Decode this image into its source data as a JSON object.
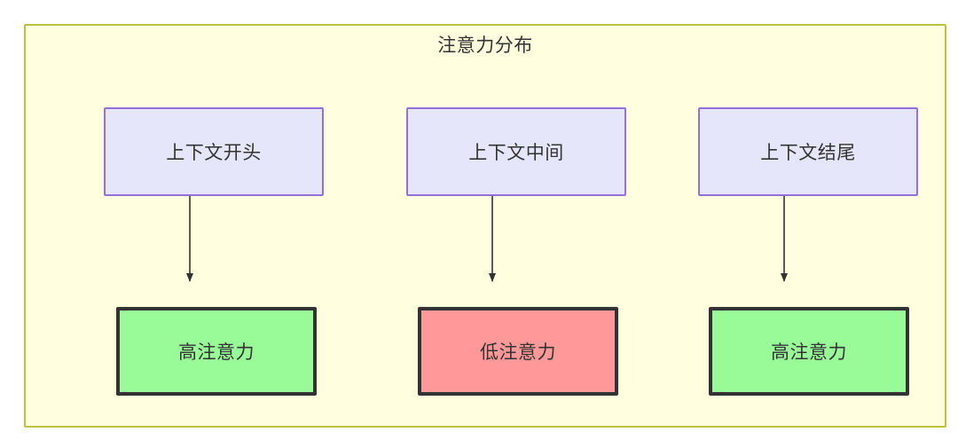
{
  "diagram": {
    "title": "注意力分布",
    "container": {
      "fill_color": "#ffffe0",
      "border_color": "#bfbf40"
    },
    "columns": [
      {
        "source": {
          "label": "上下文开头",
          "fill_color": "#e6e6fa",
          "border_color": "#9370db"
        },
        "target": {
          "label": "高注意力",
          "fill_color": "#98fb98",
          "border_color": "#333333",
          "level": "high"
        }
      },
      {
        "source": {
          "label": "上下文中间",
          "fill_color": "#e6e6fa",
          "border_color": "#9370db"
        },
        "target": {
          "label": "低注意力",
          "fill_color": "#ff9999",
          "border_color": "#333333",
          "level": "low"
        }
      },
      {
        "source": {
          "label": "上下文结尾",
          "fill_color": "#e6e6fa",
          "border_color": "#9370db"
        },
        "target": {
          "label": "高注意力",
          "fill_color": "#98fb98",
          "border_color": "#333333",
          "level": "high"
        }
      }
    ],
    "edges": [
      {
        "from": "上下文开头",
        "to": "高注意力",
        "style": "arrow"
      },
      {
        "from": "上下文中间",
        "to": "低注意力",
        "style": "arrow"
      },
      {
        "from": "上下文结尾",
        "to": "高注意力",
        "style": "arrow"
      }
    ],
    "edge_color": "#333333"
  }
}
